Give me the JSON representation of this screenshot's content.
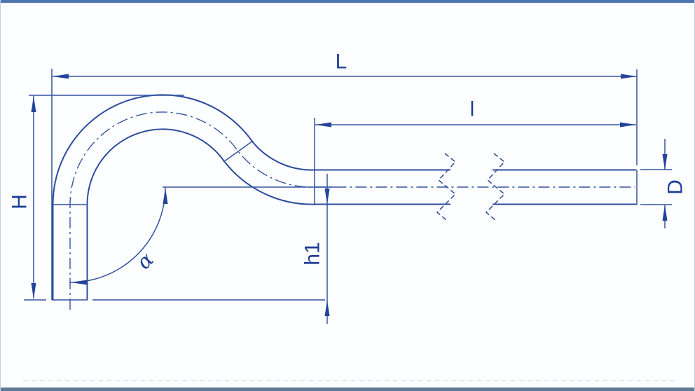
{
  "sheet": {
    "background": "#fdfeff",
    "top_band_color": "#4d76b1",
    "bottom_band_color": "#5d7b96",
    "line_color": "#2c4c9c",
    "text_color": "#1c3e96"
  },
  "drawing": {
    "kind": "technical dimension drawing",
    "subject": "bent round-bar hook with straight shank and pipe-break symbol",
    "labels": {
      "overall_length": "L",
      "shank_length": "l",
      "hook_height": "H",
      "drop_height": "h1",
      "bar_diameter": "D",
      "bend_angle": "α"
    }
  }
}
